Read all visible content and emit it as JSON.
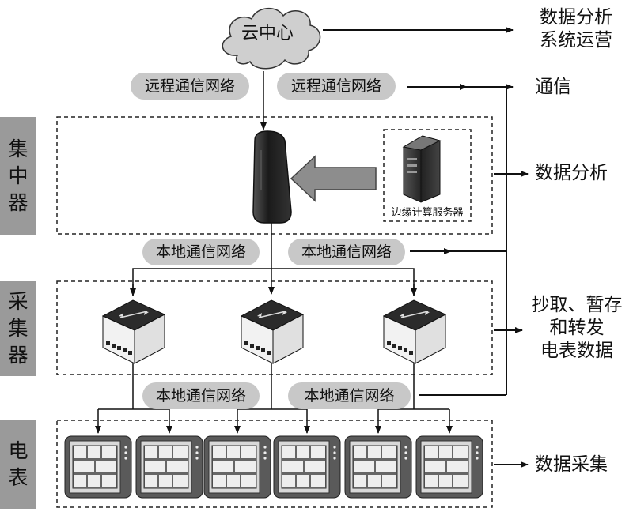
{
  "cloud": {
    "label": "云中心"
  },
  "side_labels": [
    {
      "id": "concentrator",
      "text": "集中器",
      "chars": [
        "集",
        "中",
        "器"
      ]
    },
    {
      "id": "collector",
      "text": "采集器",
      "chars": [
        "采",
        "集",
        "器"
      ]
    },
    {
      "id": "meter",
      "text": "电表",
      "chars": [
        "电",
        "表"
      ]
    }
  ],
  "network_labels": {
    "remote_left": "远程通信网络",
    "remote_right": "远程通信网络",
    "local_1_left": "本地通信网络",
    "local_1_right": "本地通信网络",
    "local_2_left": "本地通信网络",
    "local_2_right": "本地通信网络"
  },
  "edge_server": {
    "label": "边缘计算服务器"
  },
  "right_labels": {
    "cloud_func": [
      "数据分析",
      "系统运营"
    ],
    "comm": "通信",
    "concentrator_func": "数据分析",
    "collector_func": [
      "抄取、暂存",
      "和转发",
      "电表数据"
    ],
    "meter_func": "数据采集"
  },
  "colors": {
    "band": "#9a9a9a",
    "pill": "#c8c8c8",
    "line": "#222222",
    "device_dark": "#2b2b2b"
  }
}
